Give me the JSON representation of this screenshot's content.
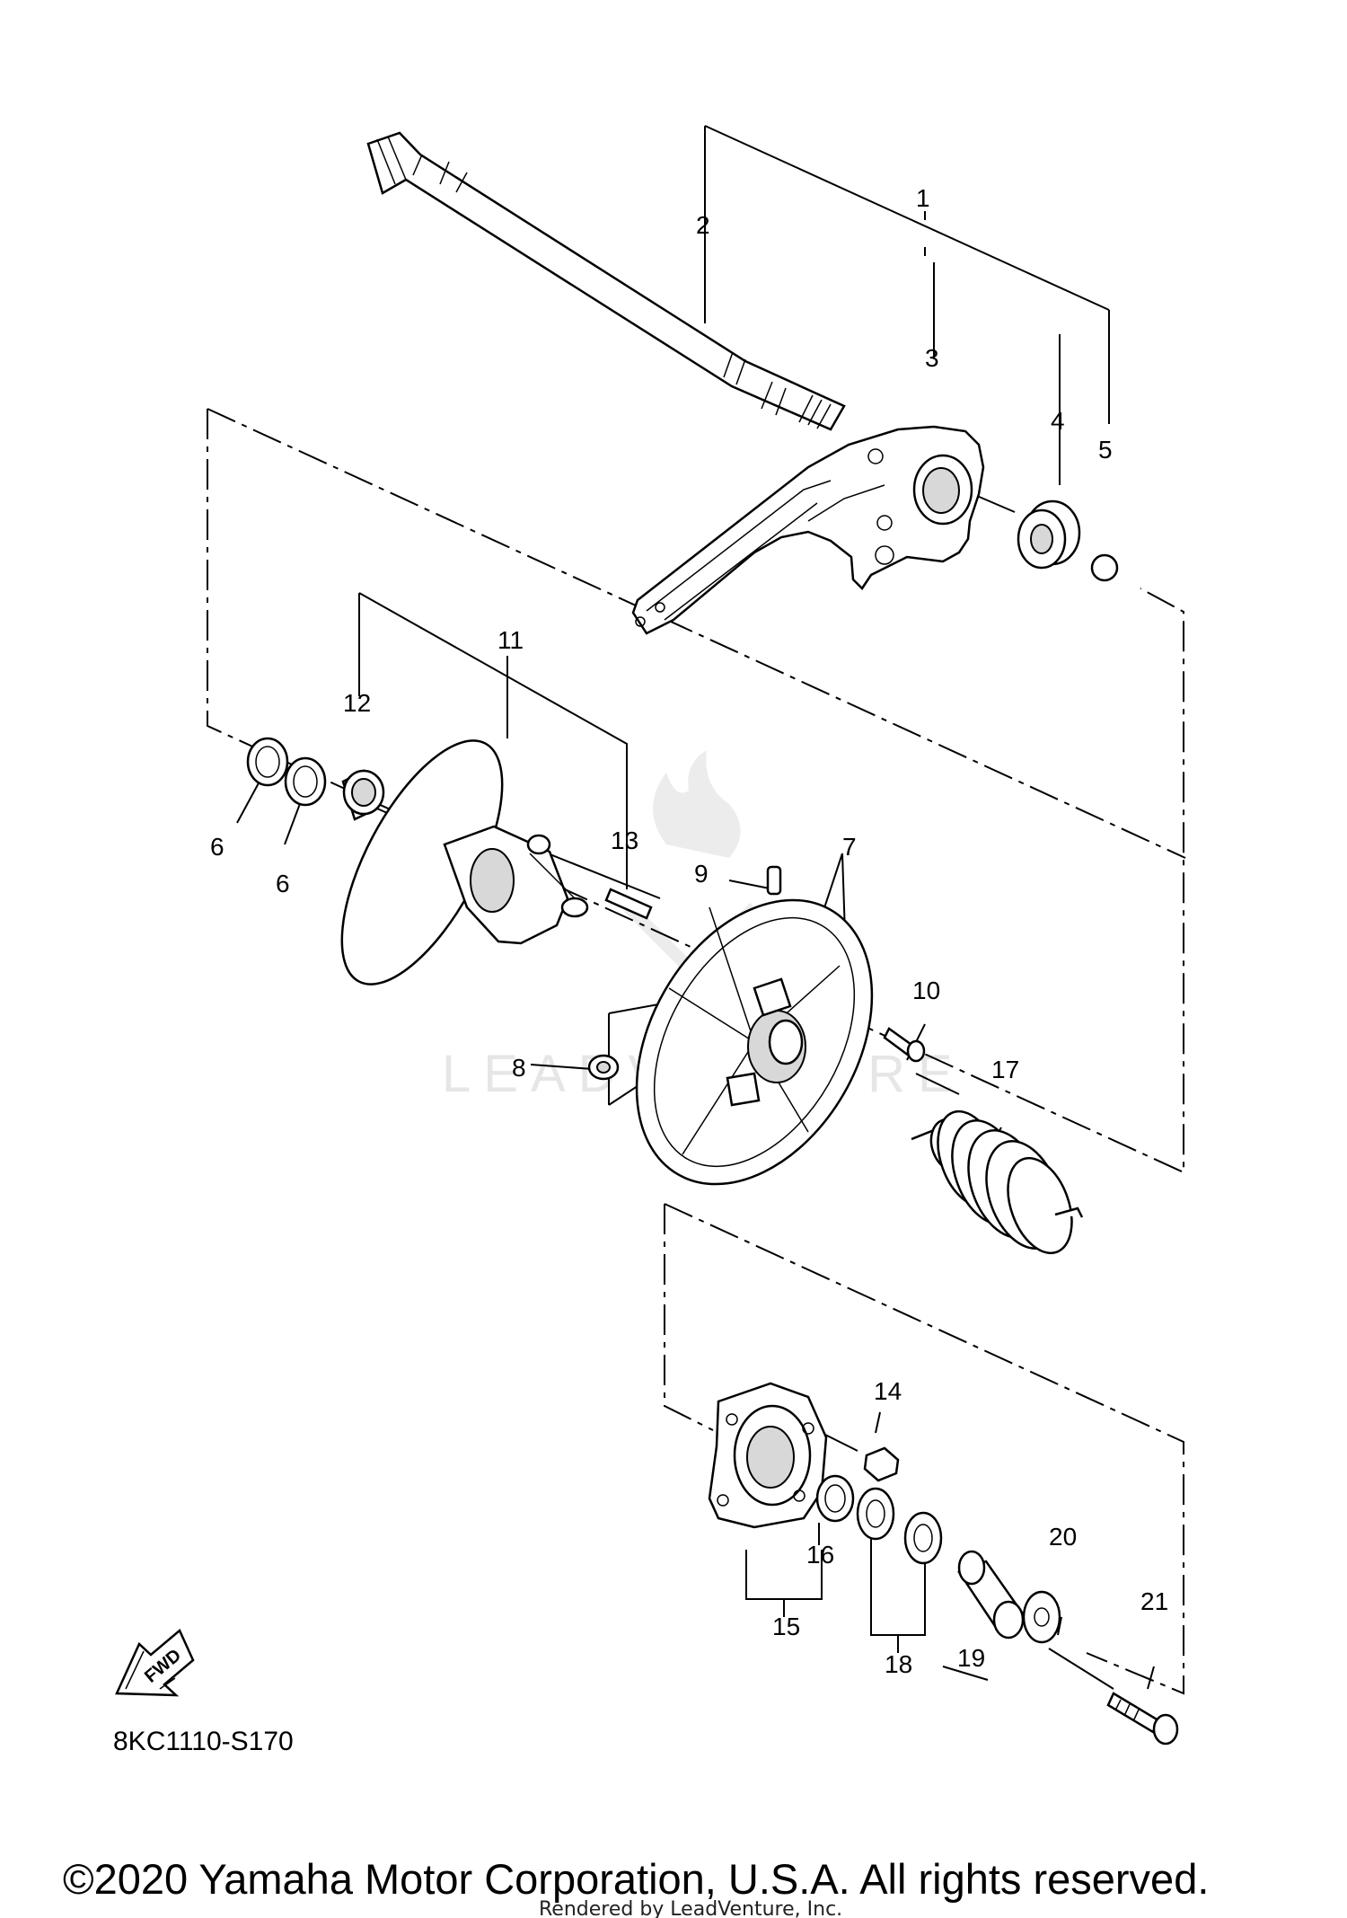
{
  "diagram": {
    "code": "8KC1110-S170",
    "fwd_label": "FWD",
    "copyright": "©2020 Yamaha Motor Corporation, U.S.A. All rights reserved.",
    "rendered_by": "Rendered by LeadVenture, Inc.",
    "watermark": "LEADVENTURE"
  },
  "callouts": [
    {
      "id": "1",
      "label": "1"
    },
    {
      "id": "2",
      "label": "2"
    },
    {
      "id": "3",
      "label": "3"
    },
    {
      "id": "4",
      "label": "4"
    },
    {
      "id": "5",
      "label": "5"
    },
    {
      "id": "6a",
      "label": "6"
    },
    {
      "id": "6b",
      "label": "6"
    },
    {
      "id": "7",
      "label": "7"
    },
    {
      "id": "8",
      "label": "8"
    },
    {
      "id": "9",
      "label": "9"
    },
    {
      "id": "10",
      "label": "10"
    },
    {
      "id": "11",
      "label": "11"
    },
    {
      "id": "12",
      "label": "12"
    },
    {
      "id": "13",
      "label": "13"
    },
    {
      "id": "14",
      "label": "14"
    },
    {
      "id": "15",
      "label": "15"
    },
    {
      "id": "16",
      "label": "16"
    },
    {
      "id": "17",
      "label": "17"
    },
    {
      "id": "18",
      "label": "18"
    },
    {
      "id": "19",
      "label": "19"
    },
    {
      "id": "20",
      "label": "20"
    },
    {
      "id": "21",
      "label": "21"
    }
  ]
}
